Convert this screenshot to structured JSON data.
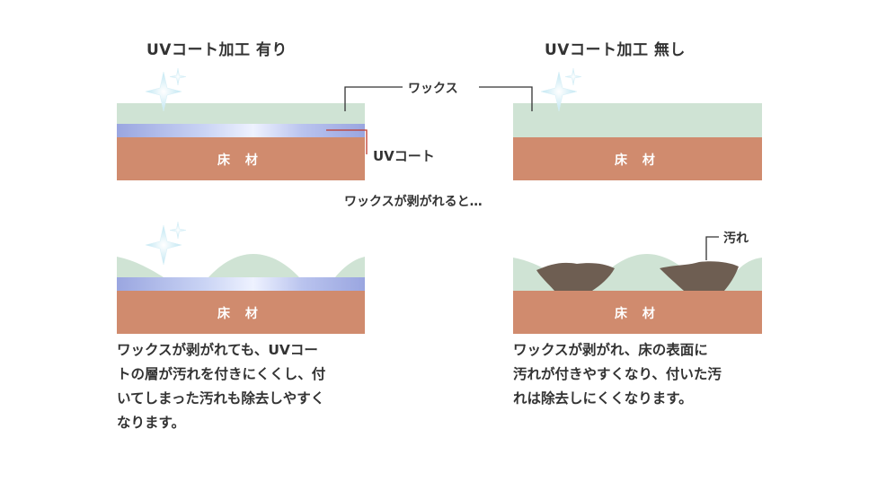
{
  "panels": {
    "with_uv": {
      "title": "UVコート加工 有り",
      "floor_label": "床 材"
    },
    "without_uv": {
      "title": "UVコート加工 無し",
      "floor_label": "床 材"
    },
    "with_uv_after": {
      "floor_label": "床 材",
      "caption_lines": [
        "ワックスが剥がれても、UVコー",
        "トの層が汚れを付きにくくし、付",
        "いてしまった汚れも除去しやすく",
        "なります。"
      ]
    },
    "without_uv_after": {
      "floor_label": "床 材",
      "caption_lines": [
        "ワックスが剥がれ、床の表面に",
        "汚れが付きやすくなり、付いた汚",
        "れは除去しにくくなります。"
      ]
    }
  },
  "callouts": {
    "wax": "ワックス",
    "uv_coat": "UVコート",
    "dirt": "汚れ"
  },
  "transition_text": "ワックスが剥がれると…",
  "colors": {
    "wax": "#cfe3d4",
    "uv_coat": "#aab4e6",
    "floor": "#d08b6e",
    "dirt": "#6e5e52",
    "callout_line_wax": "#333333",
    "callout_line_uv": "#c0392b",
    "sparkle": "#bfe6f2"
  },
  "icons": [
    "sparkle-icon"
  ]
}
